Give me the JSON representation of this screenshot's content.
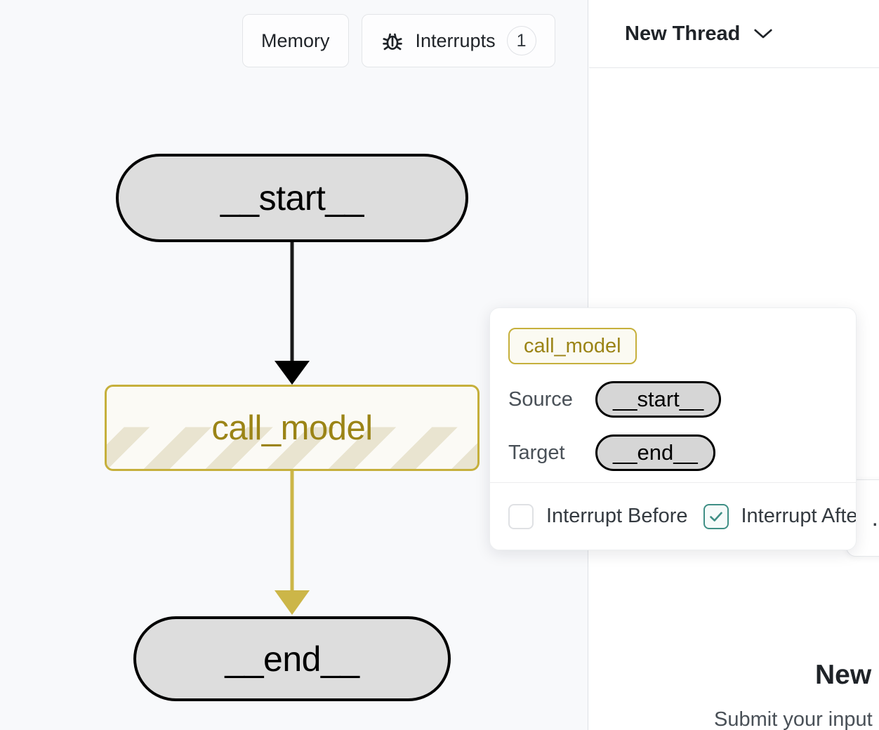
{
  "toolbar": {
    "memory_label": "Memory",
    "interrupts_label": "Interrupts",
    "interrupts_count": "1",
    "bug_icon": "bug-icon"
  },
  "graph": {
    "nodes": [
      {
        "id": "start",
        "label": "__start__",
        "type": "terminal"
      },
      {
        "id": "call_model",
        "label": "call_model",
        "type": "interrupt"
      },
      {
        "id": "end",
        "label": "__end__",
        "type": "terminal"
      }
    ],
    "edges": [
      {
        "from": "__start__",
        "to": "call_model",
        "color": "#1a1a1a"
      },
      {
        "from": "call_model",
        "to": "__end__",
        "color": "#ccb648"
      }
    ],
    "accent_yellow": "#c6b03c",
    "node_fill": "#dddddd",
    "node_stroke": "#000000"
  },
  "popover": {
    "node_name": "call_model",
    "source_label": "Source",
    "source_value": "__start__",
    "target_label": "Target",
    "target_value": "__end__",
    "interrupt_before_label": "Interrupt Before",
    "interrupt_before_checked": false,
    "interrupt_after_label": "Interrupt After",
    "interrupt_after_checked": true,
    "check_color": "#3f8f85"
  },
  "right_panel": {
    "thread_title": "New Thread",
    "chevron_icon": "chevron-down-icon",
    "empty_title": "New T",
    "empty_subtitle": "Submit your input",
    "side_card_glyph": "…"
  }
}
